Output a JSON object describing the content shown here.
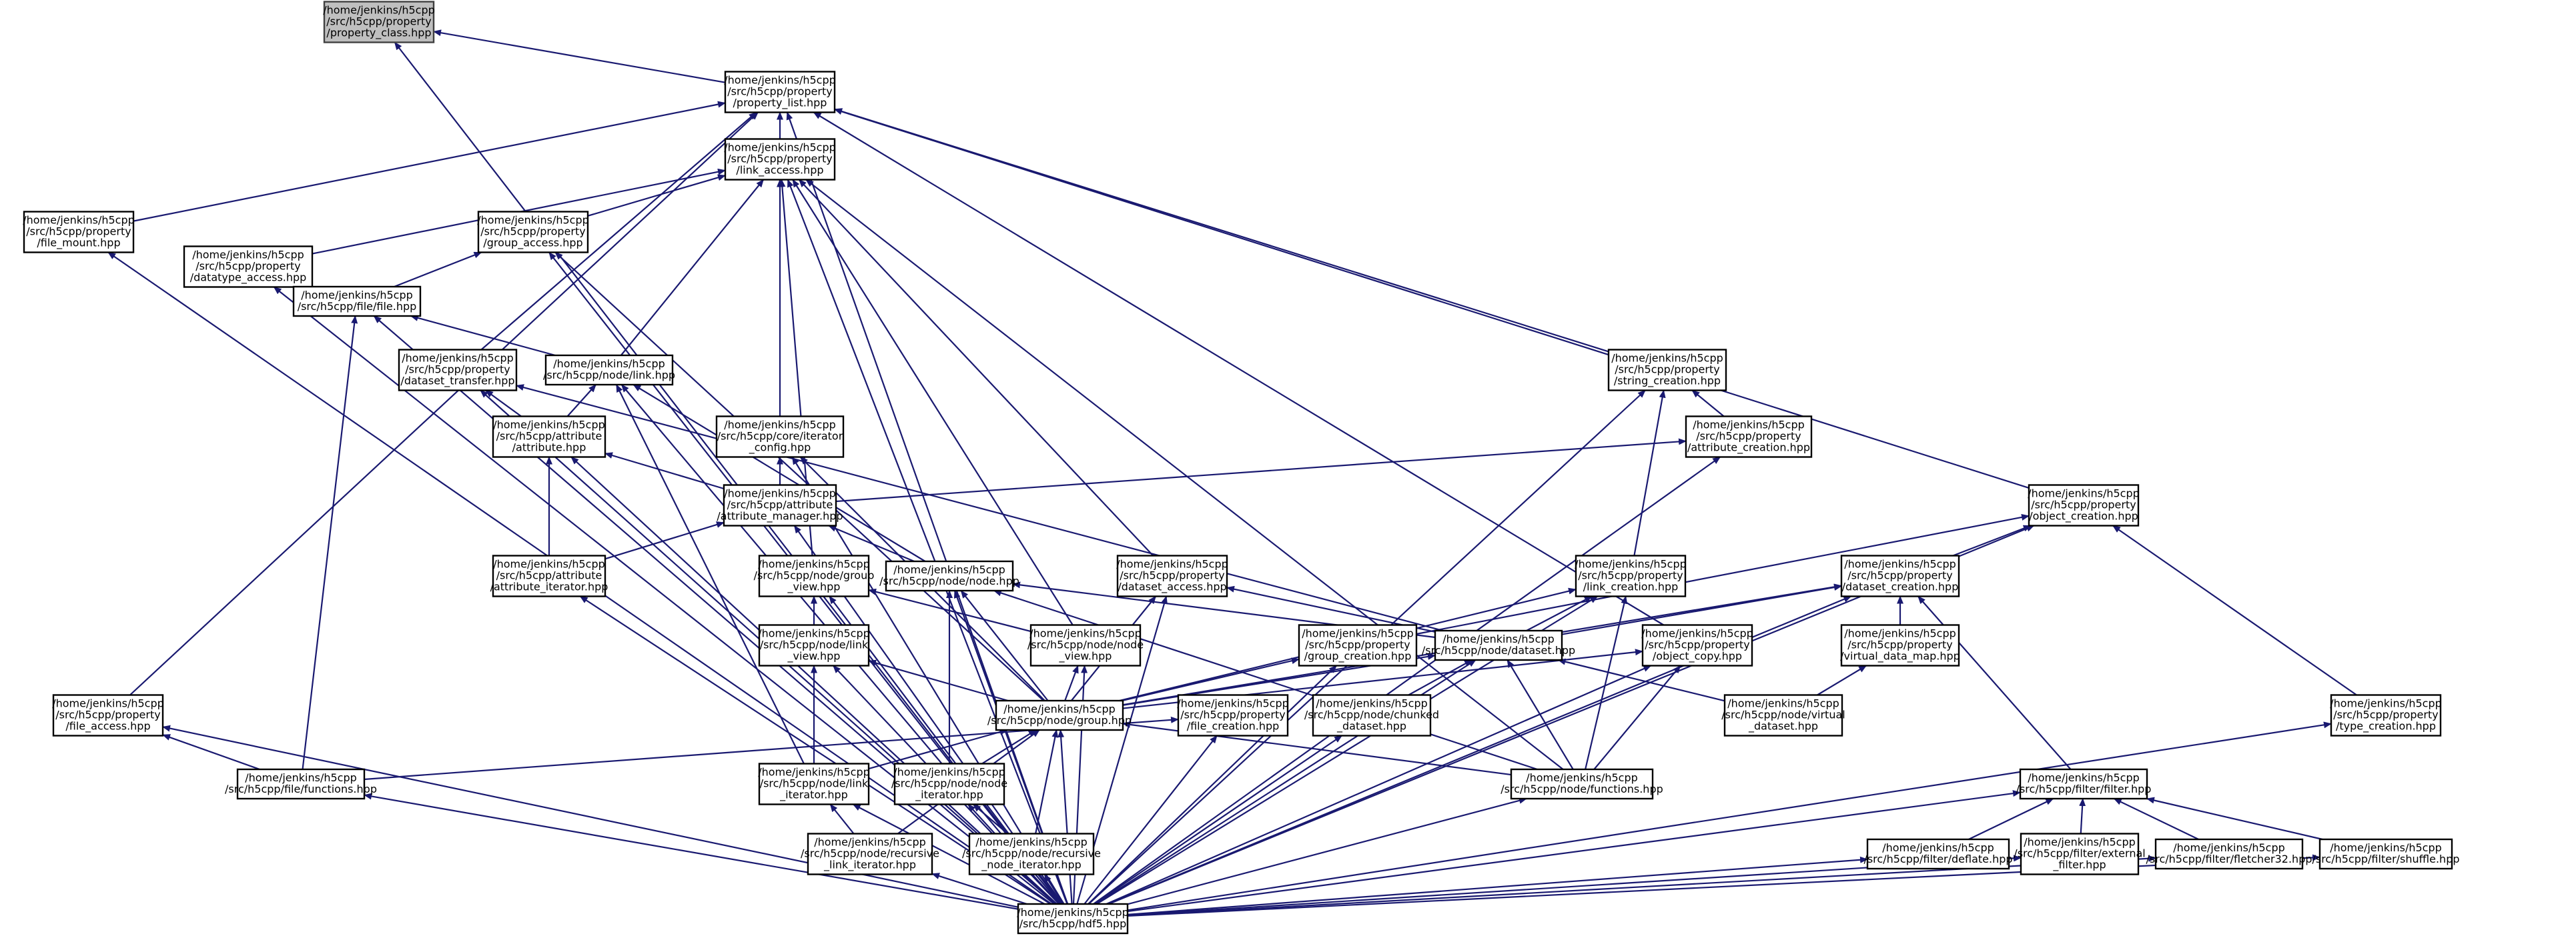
{
  "diagram": {
    "type": "include-dependency-graph",
    "colors": {
      "edge": "#191970",
      "root_fill": "#bfbfbf",
      "node_fill": "#ffffff",
      "border": "#000000"
    },
    "nodes": [
      {
        "id": "property_class",
        "lines": [
          "/home/jenkins/h5cpp",
          "/src/h5cpp/property",
          "/property_class.hpp"
        ]
      },
      {
        "id": "property_list",
        "lines": [
          "/home/jenkins/h5cpp",
          "/src/h5cpp/property",
          "/property_list.hpp"
        ]
      },
      {
        "id": "link_access",
        "lines": [
          "/home/jenkins/h5cpp",
          "/src/h5cpp/property",
          "/link_access.hpp"
        ]
      },
      {
        "id": "file_mount",
        "lines": [
          "/home/jenkins/h5cpp",
          "/src/h5cpp/property",
          "/file_mount.hpp"
        ]
      },
      {
        "id": "group_access",
        "lines": [
          "/home/jenkins/h5cpp",
          "/src/h5cpp/property",
          "/group_access.hpp"
        ]
      },
      {
        "id": "datatype_access",
        "lines": [
          "/home/jenkins/h5cpp",
          "/src/h5cpp/property",
          "/datatype_access.hpp"
        ]
      },
      {
        "id": "file",
        "lines": [
          "/home/jenkins/h5cpp",
          "/src/h5cpp/file/file.hpp"
        ]
      },
      {
        "id": "dataset_transfer",
        "lines": [
          "/home/jenkins/h5cpp",
          "/src/h5cpp/property",
          "/dataset_transfer.hpp"
        ]
      },
      {
        "id": "link",
        "lines": [
          "/home/jenkins/h5cpp",
          "/src/h5cpp/node/link.hpp"
        ]
      },
      {
        "id": "string_creation",
        "lines": [
          "/home/jenkins/h5cpp",
          "/src/h5cpp/property",
          "/string_creation.hpp"
        ]
      },
      {
        "id": "attribute",
        "lines": [
          "/home/jenkins/h5cpp",
          "/src/h5cpp/attribute",
          "/attribute.hpp"
        ]
      },
      {
        "id": "iterator_config",
        "lines": [
          "/home/jenkins/h5cpp",
          "/src/h5cpp/core/iterator",
          "_config.hpp"
        ]
      },
      {
        "id": "attribute_creation",
        "lines": [
          "/home/jenkins/h5cpp",
          "/src/h5cpp/property",
          "/attribute_creation.hpp"
        ]
      },
      {
        "id": "attribute_manager",
        "lines": [
          "/home/jenkins/h5cpp",
          "/src/h5cpp/attribute",
          "/attribute_manager.hpp"
        ]
      },
      {
        "id": "object_creation",
        "lines": [
          "/home/jenkins/h5cpp",
          "/src/h5cpp/property",
          "/object_creation.hpp"
        ]
      },
      {
        "id": "attribute_iterator",
        "lines": [
          "/home/jenkins/h5cpp",
          "/src/h5cpp/attribute",
          "/attribute_iterator.hpp"
        ]
      },
      {
        "id": "group_view",
        "lines": [
          "/home/jenkins/h5cpp",
          "/src/h5cpp/node/group",
          "_view.hpp"
        ]
      },
      {
        "id": "node",
        "lines": [
          "/home/jenkins/h5cpp",
          "/src/h5cpp/node/node.hpp"
        ]
      },
      {
        "id": "dataset_access",
        "lines": [
          "/home/jenkins/h5cpp",
          "/src/h5cpp/property",
          "/dataset_access.hpp"
        ]
      },
      {
        "id": "link_creation",
        "lines": [
          "/home/jenkins/h5cpp",
          "/src/h5cpp/property",
          "/link_creation.hpp"
        ]
      },
      {
        "id": "dataset_creation",
        "lines": [
          "/home/jenkins/h5cpp",
          "/src/h5cpp/property",
          "/dataset_creation.hpp"
        ]
      },
      {
        "id": "link_view",
        "lines": [
          "/home/jenkins/h5cpp",
          "/src/h5cpp/node/link",
          "_view.hpp"
        ]
      },
      {
        "id": "node_view",
        "lines": [
          "/home/jenkins/h5cpp",
          "/src/h5cpp/node/node",
          "_view.hpp"
        ]
      },
      {
        "id": "group_creation",
        "lines": [
          "/home/jenkins/h5cpp",
          "/src/h5cpp/property",
          "/group_creation.hpp"
        ]
      },
      {
        "id": "dataset",
        "lines": [
          "/home/jenkins/h5cpp",
          "/src/h5cpp/node/dataset.hpp"
        ]
      },
      {
        "id": "object_copy",
        "lines": [
          "/home/jenkins/h5cpp",
          "/src/h5cpp/property",
          "/object_copy.hpp"
        ]
      },
      {
        "id": "virtual_data_map",
        "lines": [
          "/home/jenkins/h5cpp",
          "/src/h5cpp/property",
          "/virtual_data_map.hpp"
        ]
      },
      {
        "id": "file_access",
        "lines": [
          "/home/jenkins/h5cpp",
          "/src/h5cpp/property",
          "/file_access.hpp"
        ]
      },
      {
        "id": "group",
        "lines": [
          "/home/jenkins/h5cpp",
          "/src/h5cpp/node/group.hpp"
        ]
      },
      {
        "id": "file_creation",
        "lines": [
          "/home/jenkins/h5cpp",
          "/src/h5cpp/property",
          "/file_creation.hpp"
        ]
      },
      {
        "id": "chunked_dataset",
        "lines": [
          "/home/jenkins/h5cpp",
          "/src/h5cpp/node/chunked",
          "_dataset.hpp"
        ]
      },
      {
        "id": "virtual_dataset",
        "lines": [
          "/home/jenkins/h5cpp",
          "/src/h5cpp/node/virtual",
          "_dataset.hpp"
        ]
      },
      {
        "id": "type_creation",
        "lines": [
          "/home/jenkins/h5cpp",
          "/src/h5cpp/property",
          "/type_creation.hpp"
        ]
      },
      {
        "id": "file_functions",
        "lines": [
          "/home/jenkins/h5cpp",
          "/src/h5cpp/file/functions.hpp"
        ]
      },
      {
        "id": "link_iterator",
        "lines": [
          "/home/jenkins/h5cpp",
          "/src/h5cpp/node/link",
          "_iterator.hpp"
        ]
      },
      {
        "id": "node_iterator",
        "lines": [
          "/home/jenkins/h5cpp",
          "/src/h5cpp/node/node",
          "_iterator.hpp"
        ]
      },
      {
        "id": "node_functions",
        "lines": [
          "/home/jenkins/h5cpp",
          "/src/h5cpp/node/functions.hpp"
        ]
      },
      {
        "id": "filter",
        "lines": [
          "/home/jenkins/h5cpp",
          "/src/h5cpp/filter/filter.hpp"
        ]
      },
      {
        "id": "recursive_link_iterator",
        "lines": [
          "/home/jenkins/h5cpp",
          "/src/h5cpp/node/recursive",
          "_link_iterator.hpp"
        ]
      },
      {
        "id": "recursive_node_iterator",
        "lines": [
          "/home/jenkins/h5cpp",
          "/src/h5cpp/node/recursive",
          "_node_iterator.hpp"
        ]
      },
      {
        "id": "deflate",
        "lines": [
          "/home/jenkins/h5cpp",
          "/src/h5cpp/filter/deflate.hpp"
        ]
      },
      {
        "id": "external_filter",
        "lines": [
          "/home/jenkins/h5cpp",
          "/src/h5cpp/filter/external",
          "_filter.hpp"
        ]
      },
      {
        "id": "fletcher32",
        "lines": [
          "/home/jenkins/h5cpp",
          "/src/h5cpp/filter/fletcher32.hpp"
        ]
      },
      {
        "id": "shuffle",
        "lines": [
          "/home/jenkins/h5cpp",
          "/src/h5cpp/filter/shuffle.hpp"
        ]
      },
      {
        "id": "hdf5",
        "lines": [
          "/home/jenkins/h5cpp",
          "/src/h5cpp/hdf5.hpp"
        ]
      }
    ],
    "edges": [
      [
        "property_list",
        "property_class"
      ],
      [
        "hdf5",
        "property_class"
      ],
      [
        "link_access",
        "property_list"
      ],
      [
        "file_mount",
        "property_list"
      ],
      [
        "dataset_transfer",
        "property_list"
      ],
      [
        "string_creation",
        "property_list"
      ],
      [
        "object_creation",
        "property_list"
      ],
      [
        "object_copy",
        "property_list"
      ],
      [
        "file_access",
        "property_list"
      ],
      [
        "hdf5",
        "property_list"
      ],
      [
        "group_access",
        "link_access"
      ],
      [
        "datatype_access",
        "link_access"
      ],
      [
        "link",
        "link_access"
      ],
      [
        "iterator_config",
        "link_access"
      ],
      [
        "group_view",
        "link_access"
      ],
      [
        "node_view",
        "link_access"
      ],
      [
        "dataset_access",
        "link_access"
      ],
      [
        "node_functions",
        "link_access"
      ],
      [
        "hdf5",
        "link_access"
      ],
      [
        "hdf5",
        "file_mount"
      ],
      [
        "file",
        "group_access"
      ],
      [
        "group",
        "group_access"
      ],
      [
        "hdf5",
        "group_access"
      ],
      [
        "hdf5",
        "datatype_access"
      ],
      [
        "link",
        "file"
      ],
      [
        "file_functions",
        "file"
      ],
      [
        "hdf5",
        "file"
      ],
      [
        "attribute",
        "dataset_transfer"
      ],
      [
        "dataset",
        "dataset_transfer"
      ],
      [
        "hdf5",
        "dataset_transfer"
      ],
      [
        "attribute",
        "link"
      ],
      [
        "node",
        "link"
      ],
      [
        "link_iterator",
        "link"
      ],
      [
        "hdf5",
        "link"
      ],
      [
        "attribute_creation",
        "string_creation"
      ],
      [
        "link_creation",
        "string_creation"
      ],
      [
        "hdf5",
        "string_creation"
      ],
      [
        "attribute_manager",
        "attribute"
      ],
      [
        "attribute_iterator",
        "attribute"
      ],
      [
        "hdf5",
        "attribute"
      ],
      [
        "attribute_manager",
        "iterator_config"
      ],
      [
        "group",
        "iterator_config"
      ],
      [
        "hdf5",
        "iterator_config"
      ],
      [
        "attribute_manager",
        "attribute_creation"
      ],
      [
        "hdf5",
        "attribute_creation"
      ],
      [
        "attribute_iterator",
        "attribute_manager"
      ],
      [
        "node",
        "attribute_manager"
      ],
      [
        "hdf5",
        "attribute_manager"
      ],
      [
        "dataset_creation",
        "object_creation"
      ],
      [
        "group_creation",
        "object_creation"
      ],
      [
        "type_creation",
        "object_creation"
      ],
      [
        "hdf5",
        "object_creation"
      ],
      [
        "hdf5",
        "attribute_iterator"
      ],
      [
        "link_view",
        "group_view"
      ],
      [
        "node_view",
        "group_view"
      ],
      [
        "hdf5",
        "group_view"
      ],
      [
        "dataset",
        "node"
      ],
      [
        "group",
        "node"
      ],
      [
        "node_iterator",
        "node"
      ],
      [
        "node_functions",
        "node"
      ],
      [
        "hdf5",
        "node"
      ],
      [
        "dataset",
        "dataset_access"
      ],
      [
        "group",
        "dataset_access"
      ],
      [
        "hdf5",
        "dataset_access"
      ],
      [
        "dataset",
        "link_creation"
      ],
      [
        "group",
        "link_creation"
      ],
      [
        "node_functions",
        "link_creation"
      ],
      [
        "hdf5",
        "link_creation"
      ],
      [
        "virtual_data_map",
        "dataset_creation"
      ],
      [
        "dataset",
        "dataset_creation"
      ],
      [
        "group",
        "dataset_creation"
      ],
      [
        "filter",
        "dataset_creation"
      ],
      [
        "hdf5",
        "dataset_creation"
      ],
      [
        "group",
        "link_view"
      ],
      [
        "link_iterator",
        "link_view"
      ],
      [
        "hdf5",
        "link_view"
      ],
      [
        "group",
        "node_view"
      ],
      [
        "hdf5",
        "node_view"
      ],
      [
        "group",
        "group_creation"
      ],
      [
        "hdf5",
        "group_creation"
      ],
      [
        "group",
        "dataset"
      ],
      [
        "chunked_dataset",
        "dataset"
      ],
      [
        "virtual_dataset",
        "dataset"
      ],
      [
        "node_functions",
        "dataset"
      ],
      [
        "hdf5",
        "dataset"
      ],
      [
        "group",
        "object_copy"
      ],
      [
        "node_functions",
        "object_copy"
      ],
      [
        "hdf5",
        "object_copy"
      ],
      [
        "virtual_dataset",
        "virtual_data_map"
      ],
      [
        "file_functions",
        "file_access"
      ],
      [
        "hdf5",
        "file_access"
      ],
      [
        "link_iterator",
        "group"
      ],
      [
        "node_iterator",
        "group"
      ],
      [
        "recursive_link_iterator",
        "group"
      ],
      [
        "recursive_node_iterator",
        "group"
      ],
      [
        "node_functions",
        "group"
      ],
      [
        "hdf5",
        "group"
      ],
      [
        "file_functions",
        "file_creation"
      ],
      [
        "hdf5",
        "file_creation"
      ],
      [
        "hdf5",
        "chunked_dataset"
      ],
      [
        "hdf5",
        "type_creation"
      ],
      [
        "hdf5",
        "file_functions"
      ],
      [
        "recursive_link_iterator",
        "link_iterator"
      ],
      [
        "hdf5",
        "link_iterator"
      ],
      [
        "recursive_node_iterator",
        "node_iterator"
      ],
      [
        "hdf5",
        "node_iterator"
      ],
      [
        "hdf5",
        "node_functions"
      ],
      [
        "deflate",
        "filter"
      ],
      [
        "external_filter",
        "filter"
      ],
      [
        "fletcher32",
        "filter"
      ],
      [
        "shuffle",
        "filter"
      ],
      [
        "hdf5",
        "filter"
      ],
      [
        "hdf5",
        "recursive_link_iterator"
      ],
      [
        "hdf5",
        "recursive_node_iterator"
      ],
      [
        "hdf5",
        "deflate"
      ],
      [
        "hdf5",
        "external_filter"
      ],
      [
        "hdf5",
        "fletcher32"
      ],
      [
        "hdf5",
        "shuffle"
      ]
    ]
  }
}
